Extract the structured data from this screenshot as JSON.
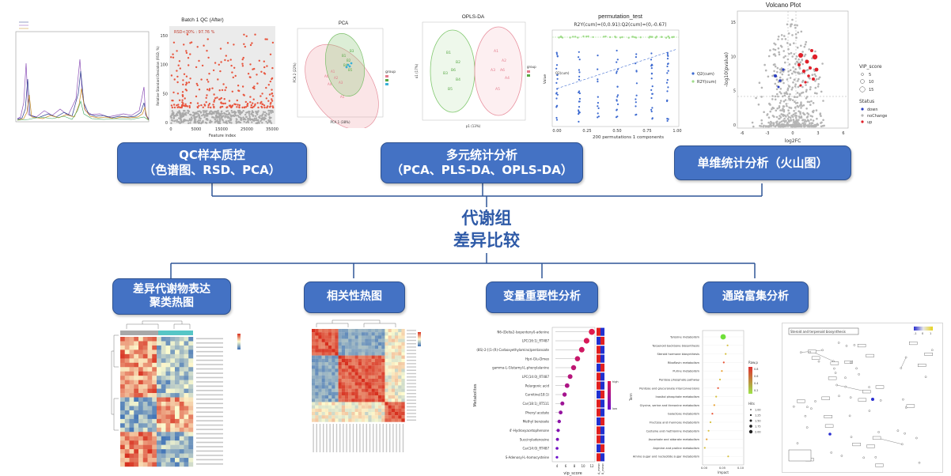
{
  "center": {
    "line1": "代谢组",
    "line2": "差异比较"
  },
  "top_boxes": [
    {
      "line1": "QC样本质控",
      "line2": "（色谱图、RSD、PCA）"
    },
    {
      "line1": "多元统计分析",
      "line2": "（PCA、PLS-DA、OPLS-DA）"
    },
    {
      "line1": "单维统计分析（火山图）"
    }
  ],
  "bottom_boxes": [
    {
      "line1": "差异代谢物表达",
      "line2": "聚类热图"
    },
    {
      "line1": "相关性热图"
    },
    {
      "line1": "变量重要性分析"
    },
    {
      "line1": "通路富集分析"
    }
  ],
  "thumbs": {
    "rsd": {
      "title": "Batch 1 QC (After)",
      "annotation": "RSD<30% : 97.76 %",
      "xlabel": "Feature index",
      "ylabel": "Relative Standard Deviation (RSD, %)",
      "xticks": [
        "0",
        "5000",
        "15000",
        "25000",
        "35000"
      ],
      "yticks": [
        "0",
        "50",
        "100",
        "150"
      ]
    },
    "pca": {
      "title": "PCA",
      "xlabel": "PCA 1 (38%)",
      "ylabel": "PCA 2 (22%)",
      "legend_title": "group"
    },
    "oplsda": {
      "title": "OPLS-DA",
      "xlabel": "p1 (13%)",
      "ylabel": "o1 (17%)",
      "legend_title": "group"
    },
    "perm": {
      "title": "permutation_test",
      "subtitle": "R2Y(cum)=(0,0.91):Q2(cum)=(0,-0.67)",
      "xlabel": "200 permutations 1 components",
      "ylabel": "Value",
      "xticks": [
        "0.00",
        "0.25",
        "0.50",
        "0.75",
        "1.00"
      ],
      "legend": [
        "Q2(cum)",
        "R2Y(cum)"
      ]
    },
    "volcano": {
      "title": "Volcano Plot",
      "xlabel": "log2FC",
      "ylabel": "-log10(pvalue)",
      "xticks": [
        "-6",
        "-3",
        "0",
        "3",
        "6"
      ],
      "yticks": [
        "0",
        "5",
        "10",
        "15"
      ],
      "vip_title": "VIP_score",
      "vip_levels": [
        "5",
        "10",
        "15"
      ],
      "status_title": "Status",
      "status_levels": [
        "down",
        "noChange",
        "up"
      ]
    },
    "vip": {
      "xlabel": "vip_score",
      "ylabel": "Metabolites",
      "xticks": [
        "4",
        "6",
        "8",
        "10",
        "12"
      ],
      "legend_high": "high",
      "legend_low": "low",
      "col_labels": [
        "A_mean",
        "B_mean"
      ],
      "metabolites": [
        "N6-(Delta2-Isopentenyl)-adenine",
        "LPC(16:1)_RT487",
        "(8S)-2-[(1-(R)-Carboxyethylamino)pentanoate",
        "Hpri-Glu-Dmeo",
        "gamma-L-Glutamyl-L-phenylalanine",
        "LPC(14:0)_RT487",
        "Pelargonic acid",
        "Carnitine(18:1)",
        "Car(18:1)_RT511",
        "Phenyl acetate",
        "Methyl benzoate",
        "4'-Hydroxyacetophenone",
        "Succinyladenosine",
        "Car(14:0)_RT487",
        "S-Adenosyl-L-homocysteine"
      ]
    },
    "pathway": {
      "xlabel": "Impact",
      "ylabel": "Term",
      "xticks": [
        "0.00",
        "0.05",
        "0.10"
      ],
      "raw_title": "Raw.p",
      "hits_title": "Hits",
      "raw_levels": [
        "0.8",
        "0.6",
        "0.4",
        "0.2"
      ],
      "hits_levels": [
        "1.00",
        "1.25",
        "1.50",
        "1.75",
        "2.00"
      ],
      "terms": [
        "Tyrosine metabolism",
        "Terpenoid backbone biosynthesis",
        "Steroid hormone biosynthesis",
        "Riboflavin metabolism",
        "Purine metabolism",
        "Pentose phosphate pathway",
        "Pentose and glucuronate interconversions",
        "Inositol phosphate metabolism",
        "Glycine, serine and threonine metabolism",
        "Galactose metabolism",
        "Fructose and mannose metabolism",
        "Cysteine and methionine metabolism",
        "Ascorbate and aldarate metabolism",
        "Arginine and proline metabolism",
        "Amino sugar and nucleotide sugar metabolism"
      ]
    },
    "kegg": {
      "header": "Steroid and terpenoid biosynthesis",
      "scale": [
        "-1",
        "0",
        "1"
      ]
    }
  }
}
